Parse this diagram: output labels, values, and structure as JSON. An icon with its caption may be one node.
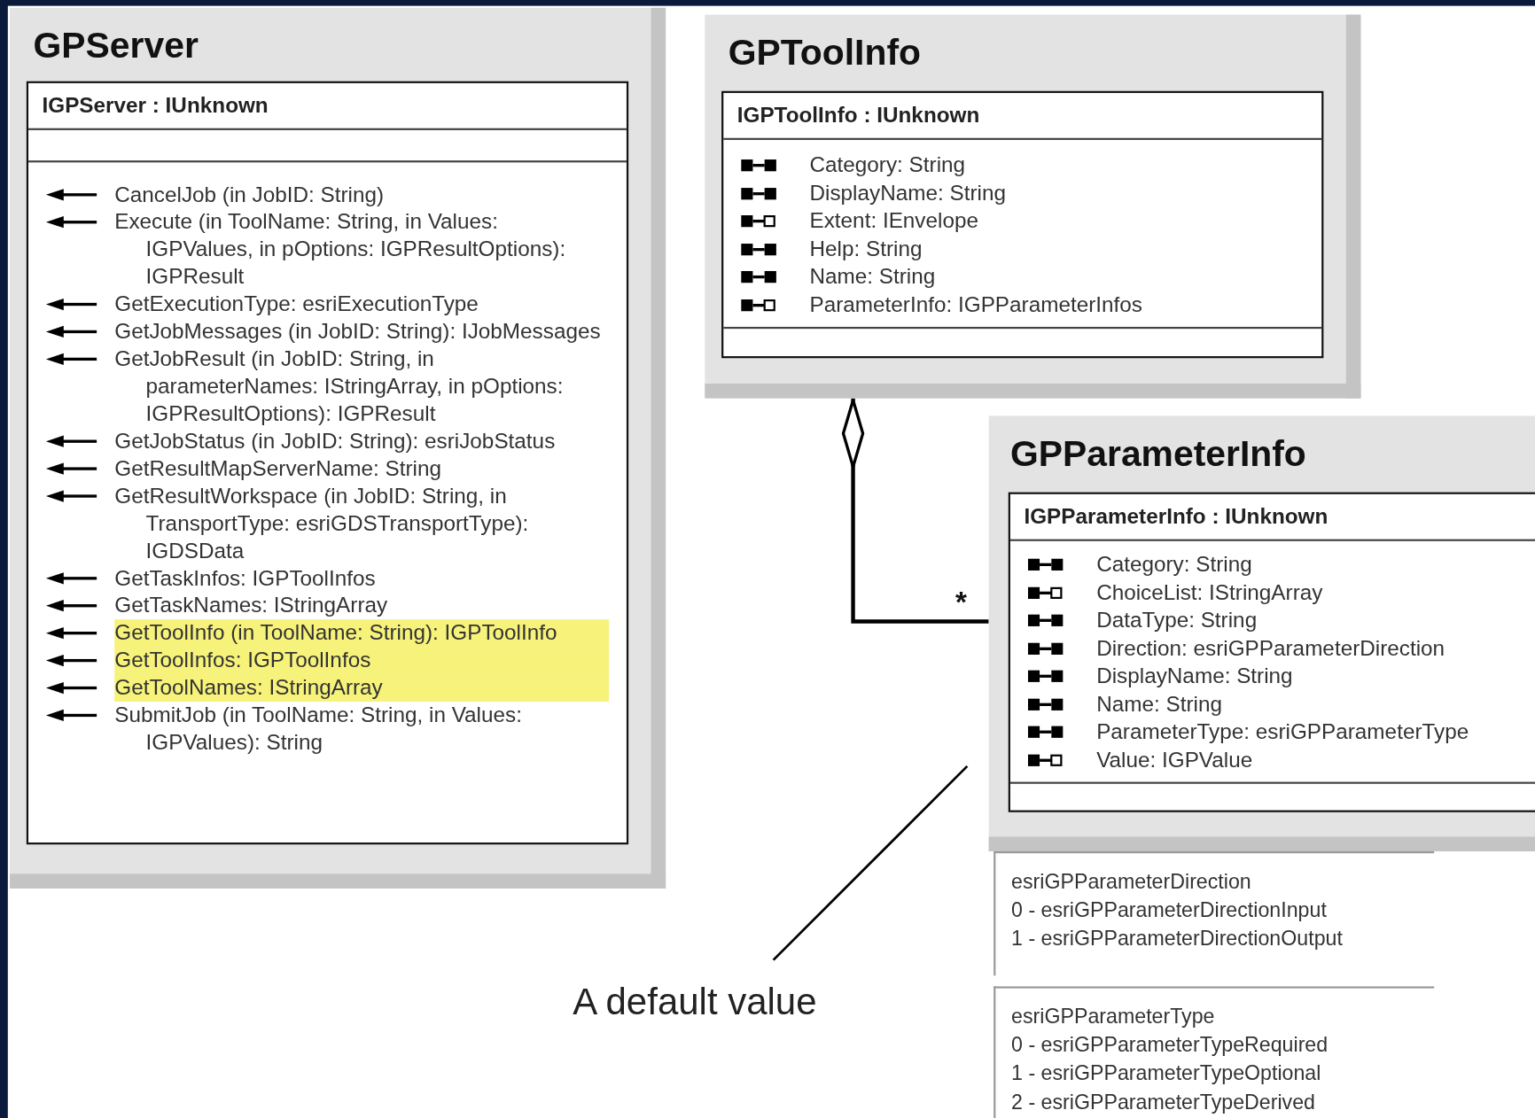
{
  "diagram": {
    "nodes": [
      {
        "text": [
          "GPServer"
        ]
      },
      {
        "text": [
          "IGPServer : IUnknown",
          "CancelJob (in JobID: String)",
          "Execute (in ToolName: String, in Values: IGPValues, in pOptions: IGPResultOptions): IGPResult",
          "GetExecutionType: esriExecutionType",
          "GetJobMessages (in JobID: String): IJobMessages",
          "GetJobResult (in JobID: String, in parameterNames: IStringArray, in pOptions: IGPResultOptions): IGPResult",
          "GetJobStatus (in JobID: String): esriJobStatus",
          "GetResultMapServerName: String",
          "GetResultWorkspace (in JobID: String, in TransportType: esriGDSTransportType): IGDSData",
          "GetTaskInfos: IGPToolInfos",
          "GetTaskNames: IStringArray",
          "GetToolInfo (in ToolName: String): IGPToolInfo",
          "GetToolInfos: IGPToolInfos",
          "GetToolNames: IStringArray",
          "SubmitJob (in ToolName: String, in Values: IGPValues): String"
        ],
        "in": 0
      },
      {
        "text": [
          "GPToolInfo"
        ]
      },
      {
        "text": [
          "IGPToolInfo : IUnknown",
          "Category: String",
          "DisplayName: String",
          "Extent: IEnvelope",
          "Help: String",
          "Name: String",
          "ParameterInfo: IGPParameterInfos"
        ],
        "in": 2
      },
      {
        "text": [
          "GPParameterInfo"
        ]
      },
      {
        "text": [
          "IGPParameterInfo : IUnknown",
          "Category: String",
          "ChoiceList: IStringArray",
          "DataType: String",
          "Direction: esriGPParameterDirection",
          "DisplayName: String",
          "Name: String",
          "ParameterType: esriGPParameterType",
          "Value: IGPValue"
        ],
        "in": 4
      },
      {
        "text": [
          "esriGPParameterDirection",
          "0 - esriGPParameterDirectionInput",
          "1 - esriGPParameterDirectionOutput"
        ]
      },
      {
        "text": [
          "esriGPParameterType",
          "0 - esriGPParameterTypeRequired",
          "1 - esriGPParameterTypeOptional",
          "2 - esriGPParameterTypeDerived"
        ]
      },
      {
        "text": [
          "A default value"
        ]
      }
    ],
    "edges": [
      {
        "from": 2,
        "to": 4,
        "arrow": "other",
        "label": "*"
      },
      {
        "from": 8,
        "to": null,
        "arrow": "none"
      }
    ]
  }
}
